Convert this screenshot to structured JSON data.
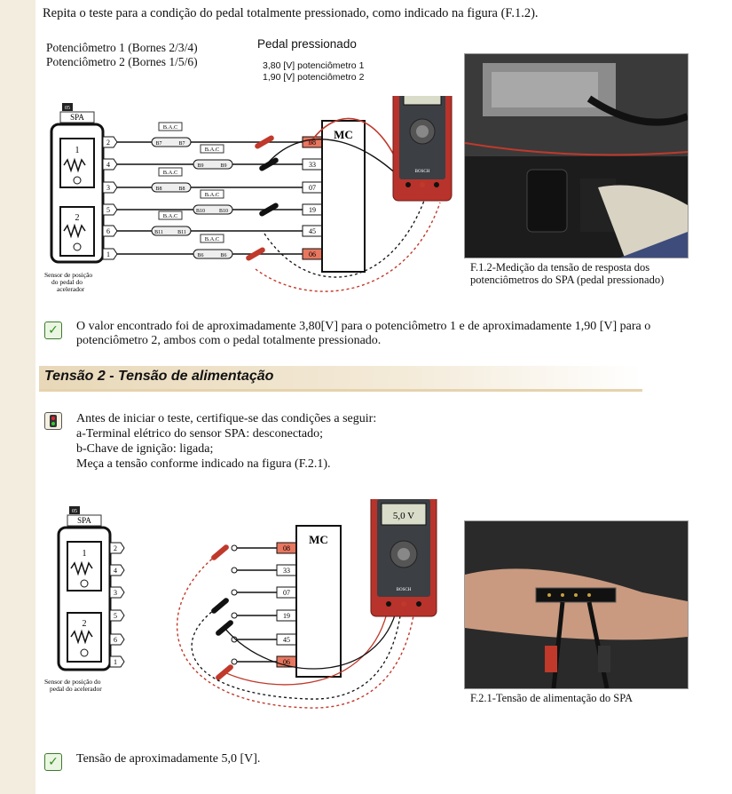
{
  "intro_text": "Repita o teste para a condição do pedal totalmente pressionado, como indicado na figura (F.1.2).",
  "potentiometers": {
    "pot1": "Potenciômetro 1 (Bornes 2/3/4)",
    "pot2": "Potenciômetro 2 (Bornes 1/5/6)"
  },
  "pedal_pressed": {
    "title": "Pedal pressionado",
    "value1": "3,80 [V] potenciômetro 1",
    "value2": "1,90 [V] potenciômetro 2"
  },
  "diagram": {
    "spa_code": "05",
    "spa_label": "SPA",
    "sensor_label_1": "Sensor de posição do pedal do acelerador",
    "sensor_label_2": "Sensor de posição do pedal do acelerador",
    "mc_label": "MC",
    "bac_label": "B.A.C",
    "meter_brand": "BOSCH",
    "spa_pins": [
      "2",
      "4",
      "3",
      "5",
      "6",
      "1"
    ],
    "mc_pins": [
      "08",
      "33",
      "07",
      "19",
      "45",
      "06"
    ],
    "bac_pins": [
      [
        "B7",
        "B7"
      ],
      [
        "B9",
        "B9"
      ],
      [
        "B8",
        "B8"
      ],
      [
        "B10",
        "B10"
      ],
      [
        "B11",
        "B11"
      ],
      [
        "B6",
        "B6"
      ]
    ],
    "meter_reading_2": "5,0 V"
  },
  "captions": {
    "f12": "F.1.2-Medição da tensão de resposta dos potenciômetros do SPA (pedal pressionado)",
    "f21": "F.2.1-Tensão de alimentação do SPA"
  },
  "result1": "O valor encontrado foi de aproximadamente 3,80[V] para o potenciômetro 1 e de aproximadamente 1,90 [V] para o potenciômetro 2, ambos com o pedal totalmente pressionado.",
  "section2_title": "Tensão 2 - Tensão de alimentação",
  "before_test": {
    "intro": "Antes de iniciar o teste, certifique-se das condições a seguir:",
    "a": "a-Terminal elétrico do sensor SPA: desconectado;",
    "b": "b-Chave de ignição: ligada;",
    "c": "Meça a tensão conforme indicado na figura (F.2.1)."
  },
  "result2": "Tensão de aproximadamente 5,0 [V].",
  "colors": {
    "accent_red": "#c0392b",
    "pin_red": "#e8775f",
    "check_green": "#2e8b1f",
    "sidebar": "#f3ede0"
  }
}
